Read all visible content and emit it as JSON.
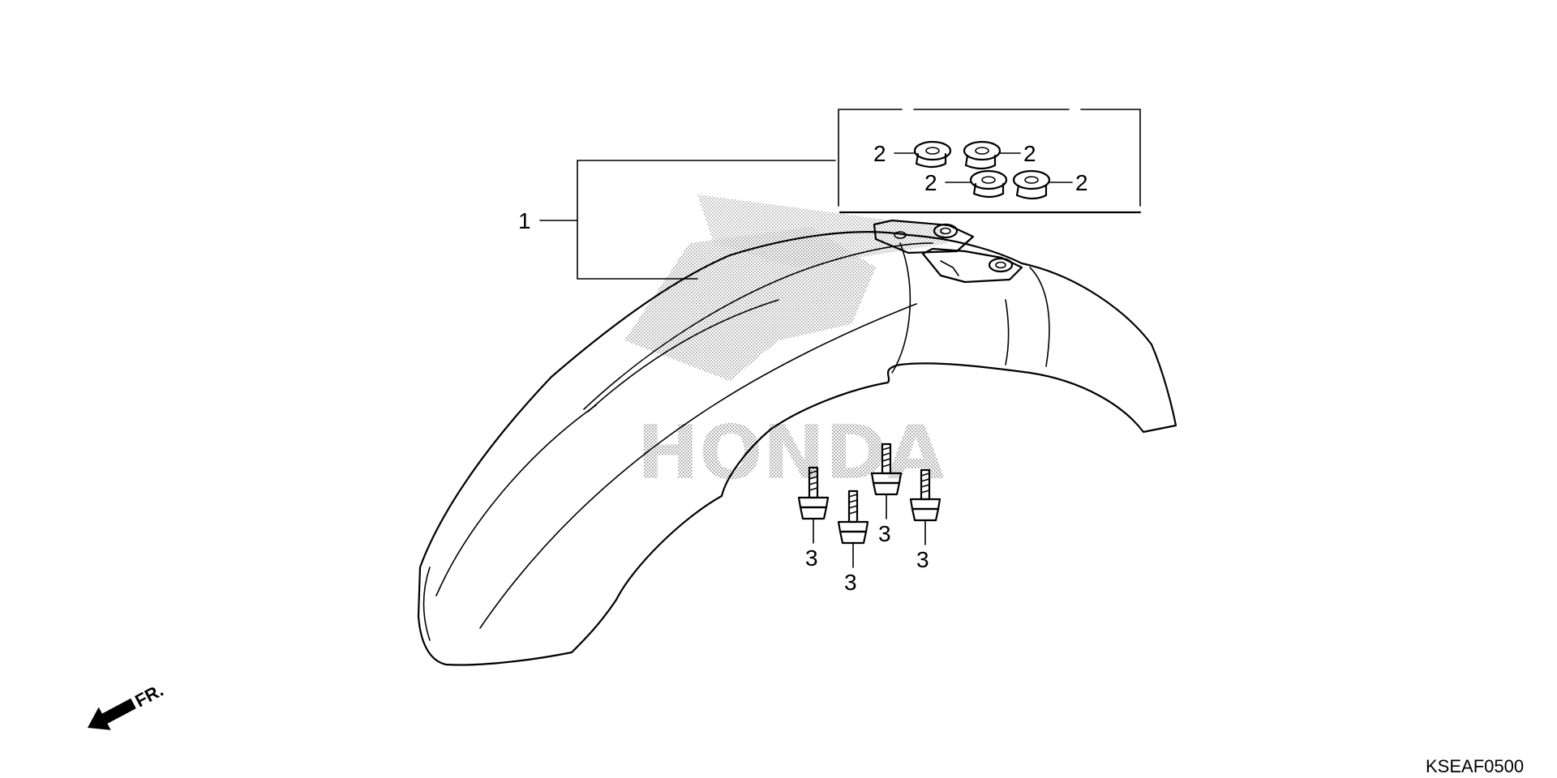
{
  "diagram": {
    "callouts": {
      "part1": "1",
      "part2": "2",
      "part3": "3"
    },
    "direction_label": "FR.",
    "drawing_code": "KSEAF0500",
    "watermark": "HONDA",
    "ink_color": "#000000",
    "watermark_color": "#b5b5b5"
  }
}
